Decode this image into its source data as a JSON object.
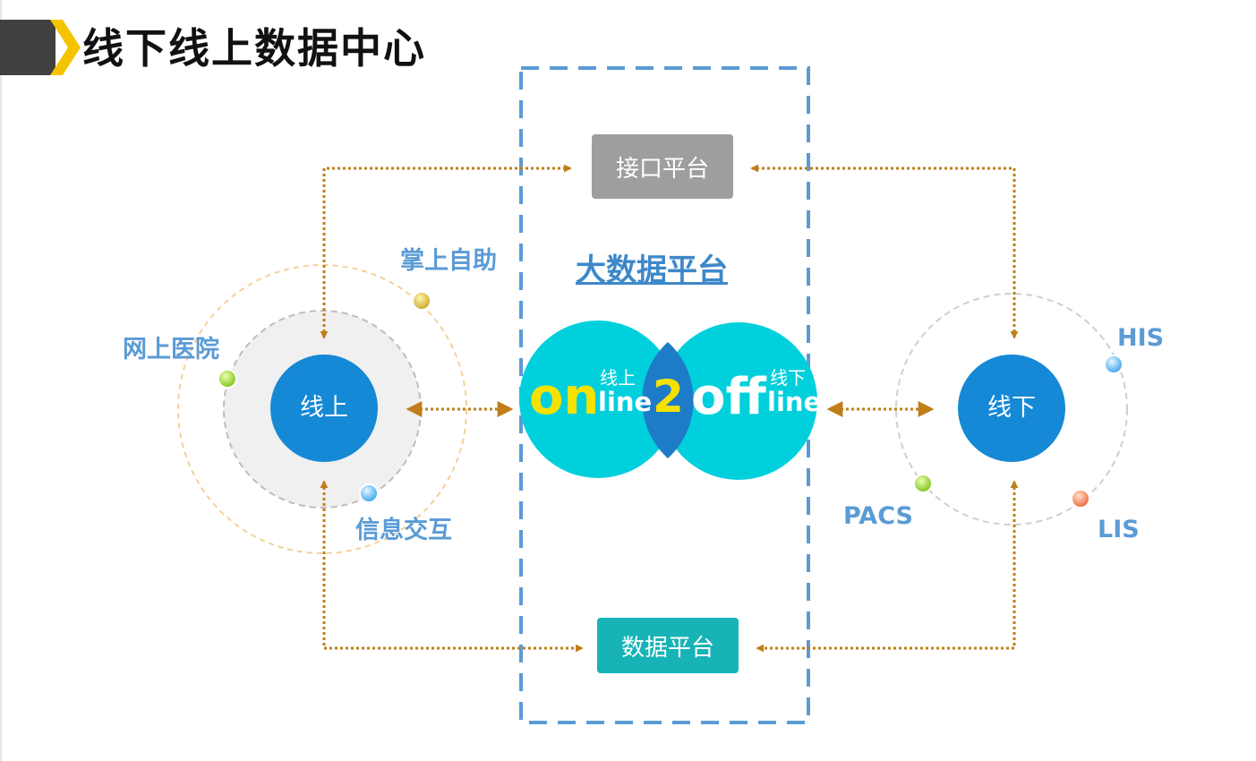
{
  "page": {
    "title": "线下线上数据中心"
  },
  "diagram": {
    "platform_title": "大数据平台",
    "interface_box": "接口平台",
    "data_box": "数据平台",
    "online_hub": "线上",
    "offline_hub": "线下",
    "online_satellites": [
      "网上医院",
      "掌上自助",
      "信息交互"
    ],
    "offline_satellites": [
      "HIS",
      "PACS",
      "LIS"
    ],
    "o2o_logo": {
      "on": "on",
      "line_1": "line",
      "two": "2",
      "off": "off",
      "line_2": "line",
      "label_online": "线上",
      "label_offline": "线下"
    }
  },
  "colors": {
    "accent_yellow": "#f5c400",
    "arrow_brown": "#c07e1a",
    "dashed_frame_blue": "#5b9bd5",
    "hub_blue": "#1589d6",
    "venn_cyan": "#00d0dc",
    "venn_overlap": "#1e7bc8",
    "interface_gray": "#9e9e9e",
    "data_teal": "#17b3b6",
    "label_blue": "#5b9bd5"
  }
}
